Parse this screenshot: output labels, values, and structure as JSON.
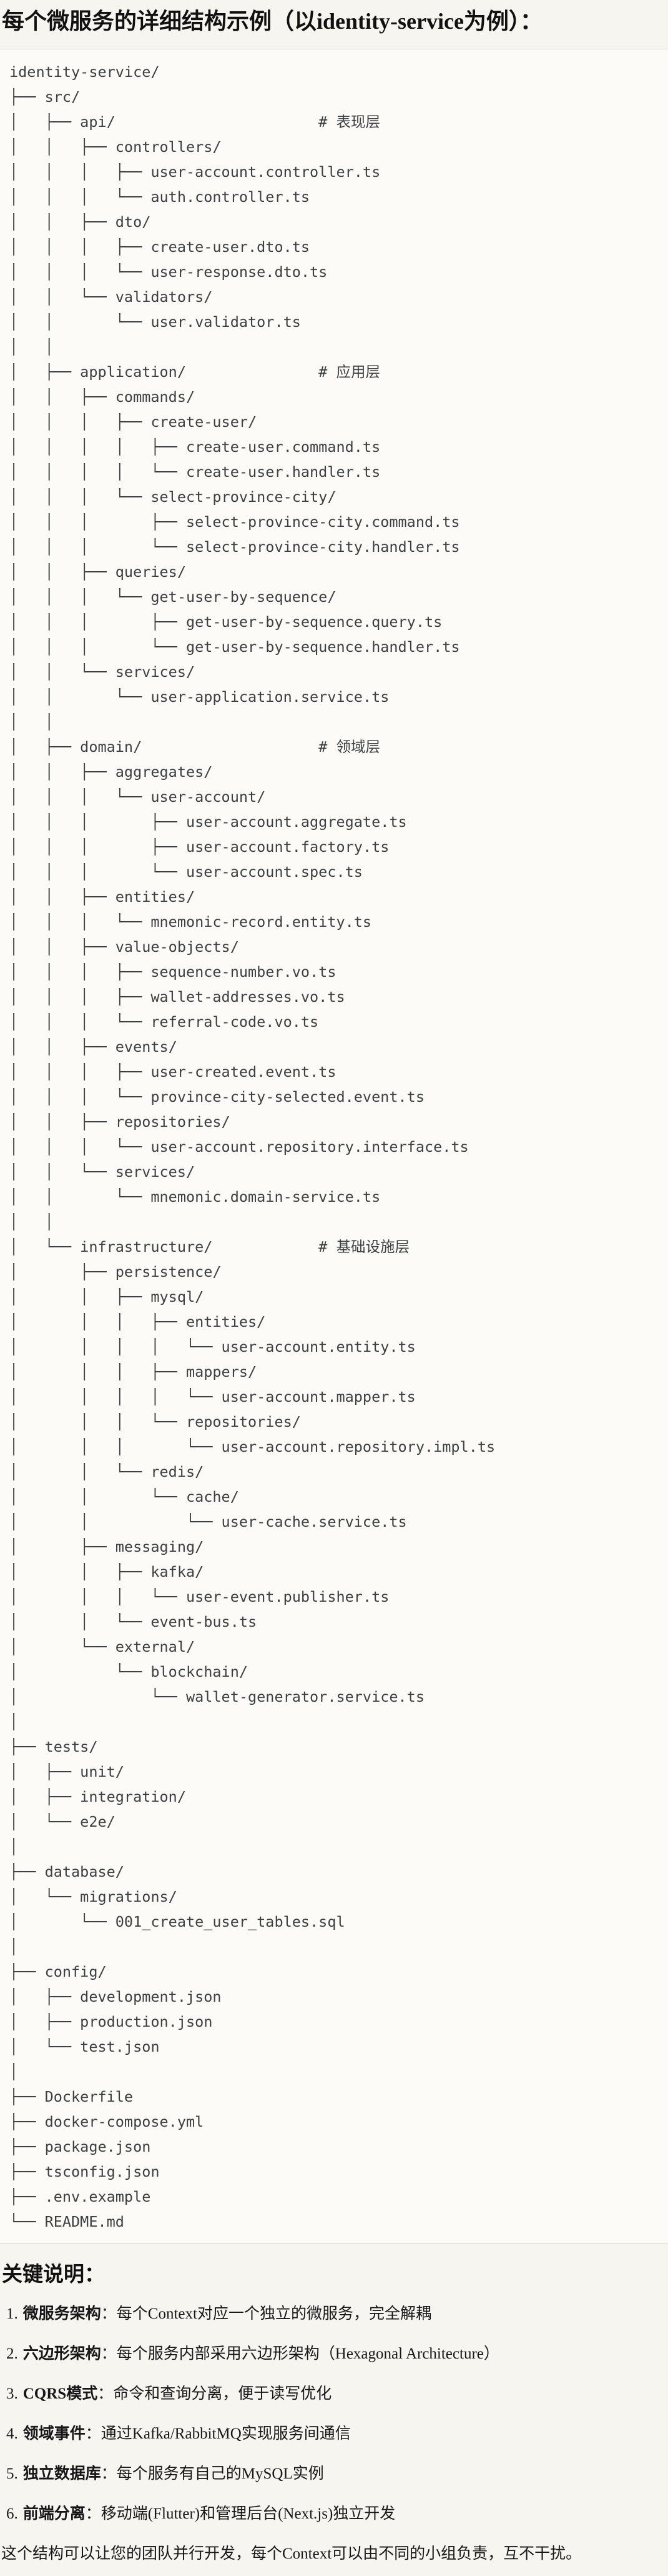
{
  "title": "每个微服务的详细结构示例（以identity-service为例）：",
  "tree": {
    "lines": [
      "identity-service/",
      "├── src/",
      "│   ├── api/                       # 表现层",
      "│   │   ├── controllers/",
      "│   │   │   ├── user-account.controller.ts",
      "│   │   │   └── auth.controller.ts",
      "│   │   ├── dto/",
      "│   │   │   ├── create-user.dto.ts",
      "│   │   │   └── user-response.dto.ts",
      "│   │   └── validators/",
      "│   │       └── user.validator.ts",
      "│   │",
      "│   ├── application/               # 应用层",
      "│   │   ├── commands/",
      "│   │   │   ├── create-user/",
      "│   │   │   │   ├── create-user.command.ts",
      "│   │   │   │   └── create-user.handler.ts",
      "│   │   │   └── select-province-city/",
      "│   │   │       ├── select-province-city.command.ts",
      "│   │   │       └── select-province-city.handler.ts",
      "│   │   ├── queries/",
      "│   │   │   └── get-user-by-sequence/",
      "│   │   │       ├── get-user-by-sequence.query.ts",
      "│   │   │       └── get-user-by-sequence.handler.ts",
      "│   │   └── services/",
      "│   │       └── user-application.service.ts",
      "│   │",
      "│   ├── domain/                    # 领域层",
      "│   │   ├── aggregates/",
      "│   │   │   └── user-account/",
      "│   │   │       ├── user-account.aggregate.ts",
      "│   │   │       ├── user-account.factory.ts",
      "│   │   │       └── user-account.spec.ts",
      "│   │   ├── entities/",
      "│   │   │   └── mnemonic-record.entity.ts",
      "│   │   ├── value-objects/",
      "│   │   │   ├── sequence-number.vo.ts",
      "│   │   │   ├── wallet-addresses.vo.ts",
      "│   │   │   └── referral-code.vo.ts",
      "│   │   ├── events/",
      "│   │   │   ├── user-created.event.ts",
      "│   │   │   └── province-city-selected.event.ts",
      "│   │   ├── repositories/",
      "│   │   │   └── user-account.repository.interface.ts",
      "│   │   └── services/",
      "│   │       └── mnemonic.domain-service.ts",
      "│   │",
      "│   └── infrastructure/            # 基础设施层",
      "│       ├── persistence/",
      "│       │   ├── mysql/",
      "│       │   │   ├── entities/",
      "│       │   │   │   └── user-account.entity.ts",
      "│       │   │   ├── mappers/",
      "│       │   │   │   └── user-account.mapper.ts",
      "│       │   │   └── repositories/",
      "│       │   │       └── user-account.repository.impl.ts",
      "│       │   └── redis/",
      "│       │       └── cache/",
      "│       │           └── user-cache.service.ts",
      "│       ├── messaging/",
      "│       │   ├── kafka/",
      "│       │   │   └── user-event.publisher.ts",
      "│       │   └── event-bus.ts",
      "│       └── external/",
      "│           └── blockchain/",
      "│               └── wallet-generator.service.ts",
      "│",
      "├── tests/",
      "│   ├── unit/",
      "│   ├── integration/",
      "│   └── e2e/",
      "│",
      "├── database/",
      "│   └── migrations/",
      "│       └── 001_create_user_tables.sql",
      "│",
      "├── config/",
      "│   ├── development.json",
      "│   ├── production.json",
      "│   └── test.json",
      "│",
      "├── Dockerfile",
      "├── docker-compose.yml",
      "├── package.json",
      "├── tsconfig.json",
      "├── .env.example",
      "└── README.md"
    ]
  },
  "notes": {
    "heading": "关键说明：",
    "items": [
      {
        "num": "1.",
        "label": "微服务架构",
        "sep": "：",
        "text": "每个Context对应一个独立的微服务，完全解耦"
      },
      {
        "num": "2.",
        "label": "六边形架构",
        "sep": "：",
        "text": "每个服务内部采用六边形架构（Hexagonal Architecture）"
      },
      {
        "num": "3.",
        "label": "CQRS模式",
        "sep": "：",
        "text": "命令和查询分离，便于读写优化"
      },
      {
        "num": "4.",
        "label": "领域事件",
        "sep": "：",
        "text": "通过Kafka/RabbitMQ实现服务间通信"
      },
      {
        "num": "5.",
        "label": "独立数据库",
        "sep": "：",
        "text": "每个服务有自己的MySQL实例"
      },
      {
        "num": "6.",
        "label": "前端分离",
        "sep": "：",
        "text": "移动端(Flutter)和管理后台(Next.js)独立开发"
      }
    ],
    "footer": "这个结构可以让您的团队并行开发，每个Context可以由不同的小组负责，互不干扰。"
  }
}
